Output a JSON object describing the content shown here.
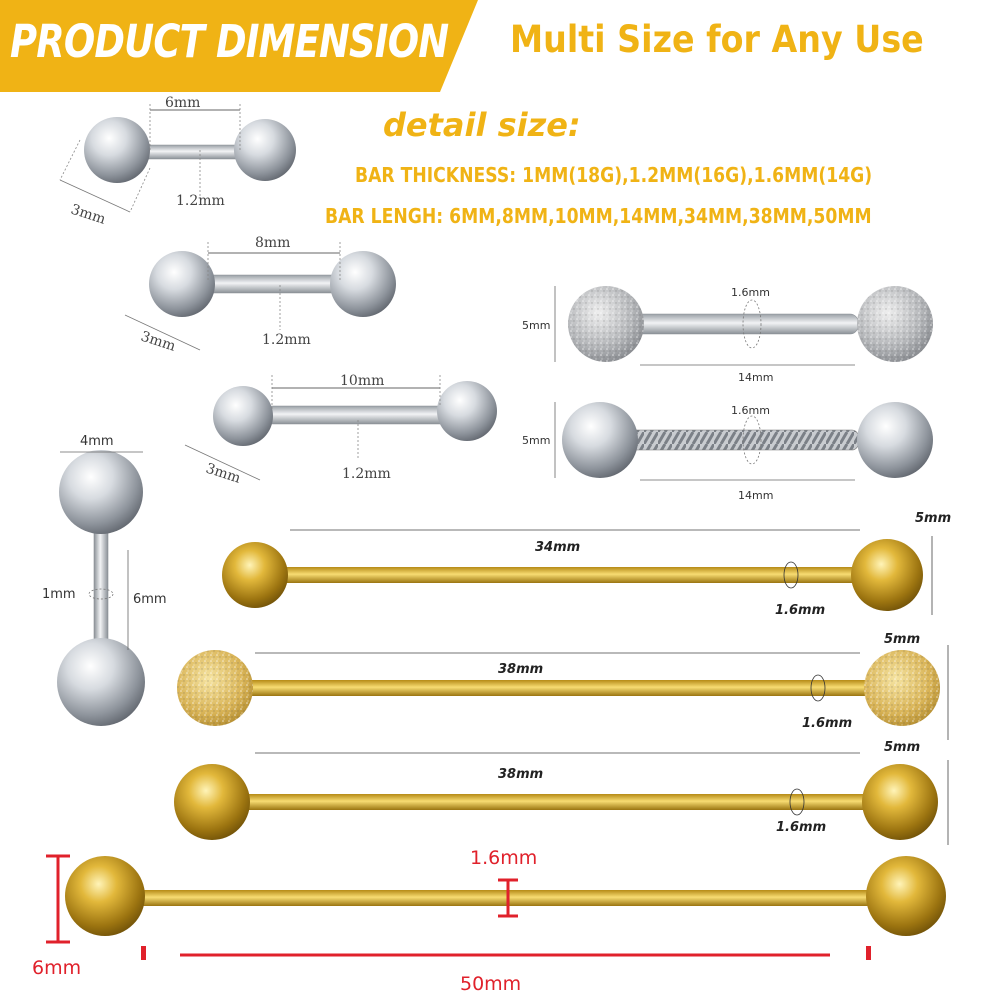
{
  "banner": {
    "title": "PRODUCT DIMENSION",
    "bg_color": "#f0b315"
  },
  "headline": "Multi Size for Any Use",
  "detail": {
    "title": "detail size:",
    "thickness": "BAR THICKNESS: 1MM(18G),1.2MM(16G),1.6MM(14G)",
    "length": "BAR LENGH: 6MM,8MM,10MM,14MM,34MM,38MM,50MM"
  },
  "accent_color": "#f0b315",
  "dimension_color": "#e0212b",
  "items": {
    "silver_6": {
      "length": "6mm",
      "ball": "3mm",
      "gauge": "1.2mm"
    },
    "silver_8": {
      "length": "8mm",
      "ball": "3mm",
      "gauge": "1.2mm"
    },
    "silver_10": {
      "length": "10mm",
      "ball": "3mm",
      "gauge": "1.2mm"
    },
    "frosted_14": {
      "ball": "5mm",
      "gauge": "1.6mm",
      "length": "14mm"
    },
    "twisted_14": {
      "ball": "5mm",
      "gauge": "1.6mm",
      "length": "14mm"
    },
    "vertical": {
      "ball": "4mm",
      "gauge": "1mm",
      "length": "6mm"
    },
    "gold_34": {
      "length": "34mm",
      "ball": "5mm",
      "gauge": "1.6mm"
    },
    "gold_38_frosted": {
      "length": "38mm",
      "ball": "5mm",
      "gauge": "1.6mm"
    },
    "gold_38": {
      "length": "38mm",
      "ball": "5mm",
      "gauge": "1.6mm"
    },
    "gold_50": {
      "gauge": "1.6mm",
      "ball": "6mm",
      "length": "50mm"
    }
  }
}
